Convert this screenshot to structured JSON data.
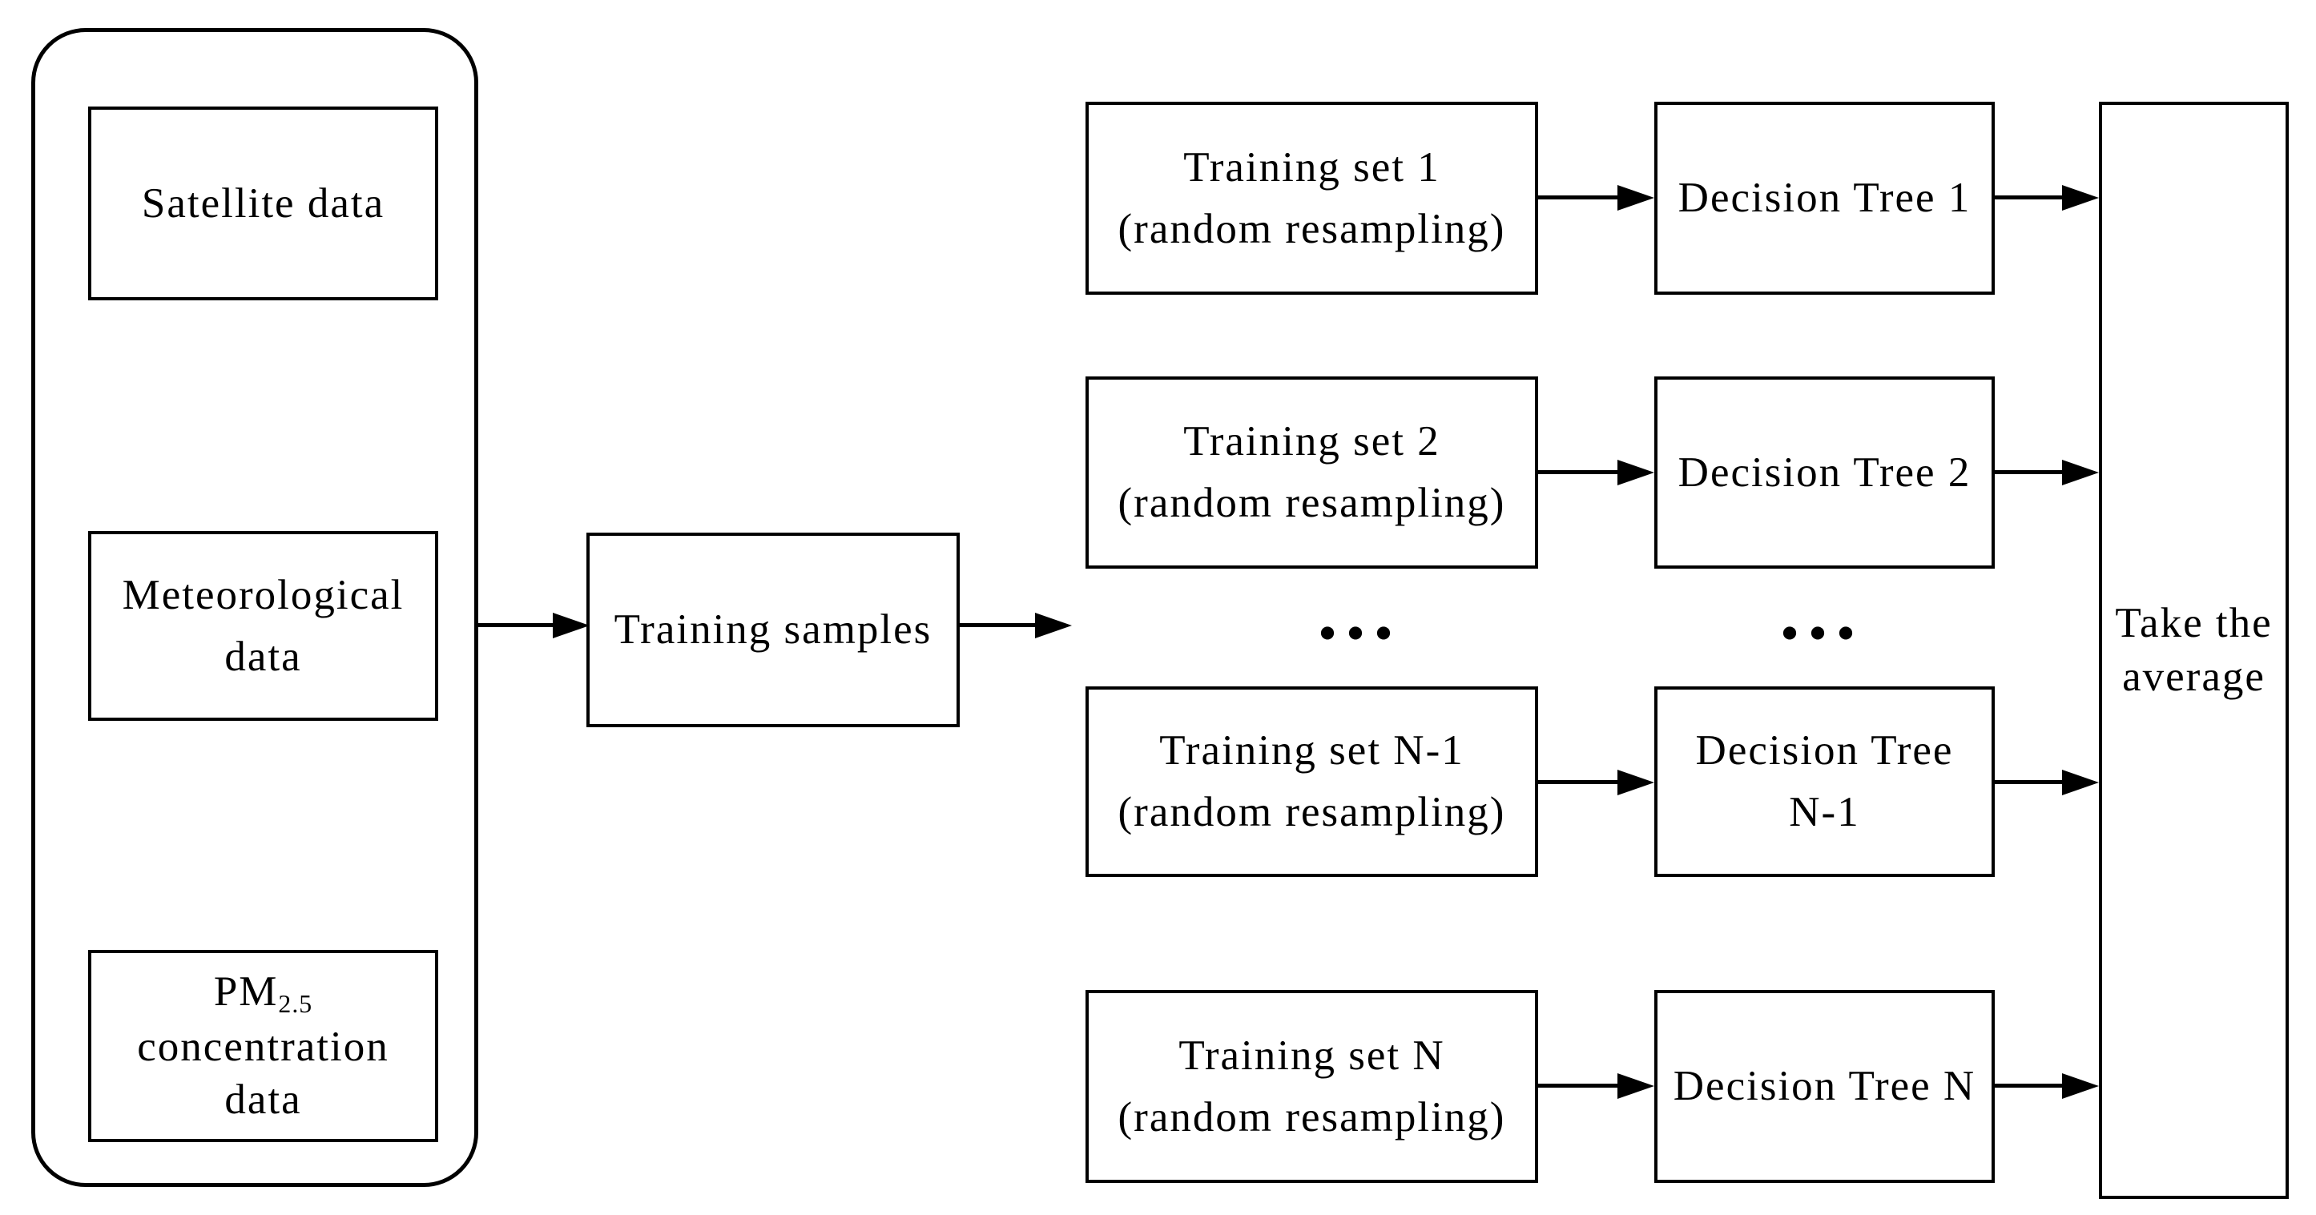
{
  "diagram": {
    "background_color": "#ffffff",
    "line_color": "#000000",
    "input_group": {
      "satellite_box": {
        "line1": "Satellite data"
      },
      "meteorological_box": {
        "line1": "Meteorological",
        "line2": "data"
      },
      "pm25_box": {
        "main": "PM",
        "subscript": "2.5",
        "line2": "concentration",
        "line3": "data"
      }
    },
    "training_samples_box": {
      "label": "Training samples"
    },
    "training_sets": [
      {
        "line1": "Training set 1",
        "line2": "(random resampling)"
      },
      {
        "line1": "Training set 2",
        "line2": "(random resampling)"
      },
      {
        "line1": "Training set N-1",
        "line2": "(random resampling)"
      },
      {
        "line1": "Training set N",
        "line2": "(random resampling)"
      }
    ],
    "training_sets_ellipsis": "...",
    "decision_trees": [
      {
        "line1": "Decision Tree 1"
      },
      {
        "line1": "Decision Tree 2"
      },
      {
        "line1": "Decision Tree",
        "line2": "N-1"
      },
      {
        "line1": "Decision Tree N"
      }
    ],
    "decision_trees_ellipsis": "...",
    "aggregation_box": {
      "line1": "Take the",
      "line2": "average"
    }
  }
}
